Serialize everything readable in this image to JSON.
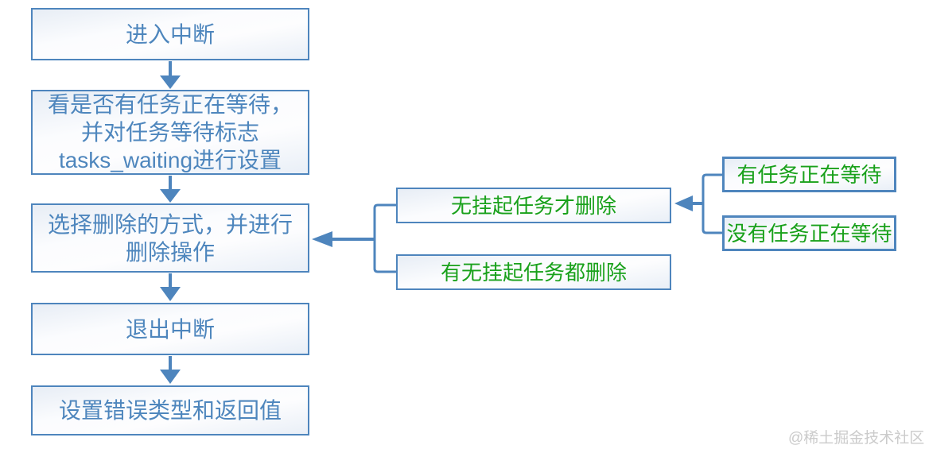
{
  "colors": {
    "accent": "#4e85bd",
    "accent-text": "#4e86bd",
    "green": "#19a11b",
    "watermark": "#cbcbcb"
  },
  "flow": {
    "nodes": [
      {
        "text": "进入中断"
      },
      {
        "text": "看是否有任务正在等待，\n并对任务等待标志\ntasks_waiting进行设置"
      },
      {
        "text": "选择删除的方式，并进行\n删除操作"
      },
      {
        "text": "退出中断"
      },
      {
        "text": "设置错误类型和返回值"
      }
    ]
  },
  "delete_options": [
    {
      "text": "无挂起任务才删除"
    },
    {
      "text": "有无挂起任务都删除"
    }
  ],
  "waiting_states": [
    {
      "text": "有任务正在等待"
    },
    {
      "text": "没有任务正在等待"
    }
  ],
  "watermark": {
    "text": "@稀土掘金技术社区"
  }
}
